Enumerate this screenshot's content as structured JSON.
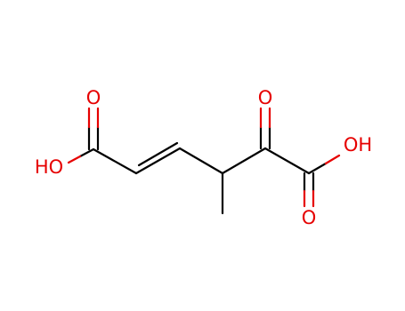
{
  "molecule": {
    "atom_labels": {
      "oxygen_carbonyl_left": "O",
      "hydroxyl_left": "HO",
      "oxygen_keto": "O",
      "hydroxyl_right": "OH",
      "oxygen_carbonyl_right": "O"
    }
  },
  "colors": {
    "bond": "#000000",
    "heteroatom": "#e60000",
    "background": "#ffffff"
  }
}
